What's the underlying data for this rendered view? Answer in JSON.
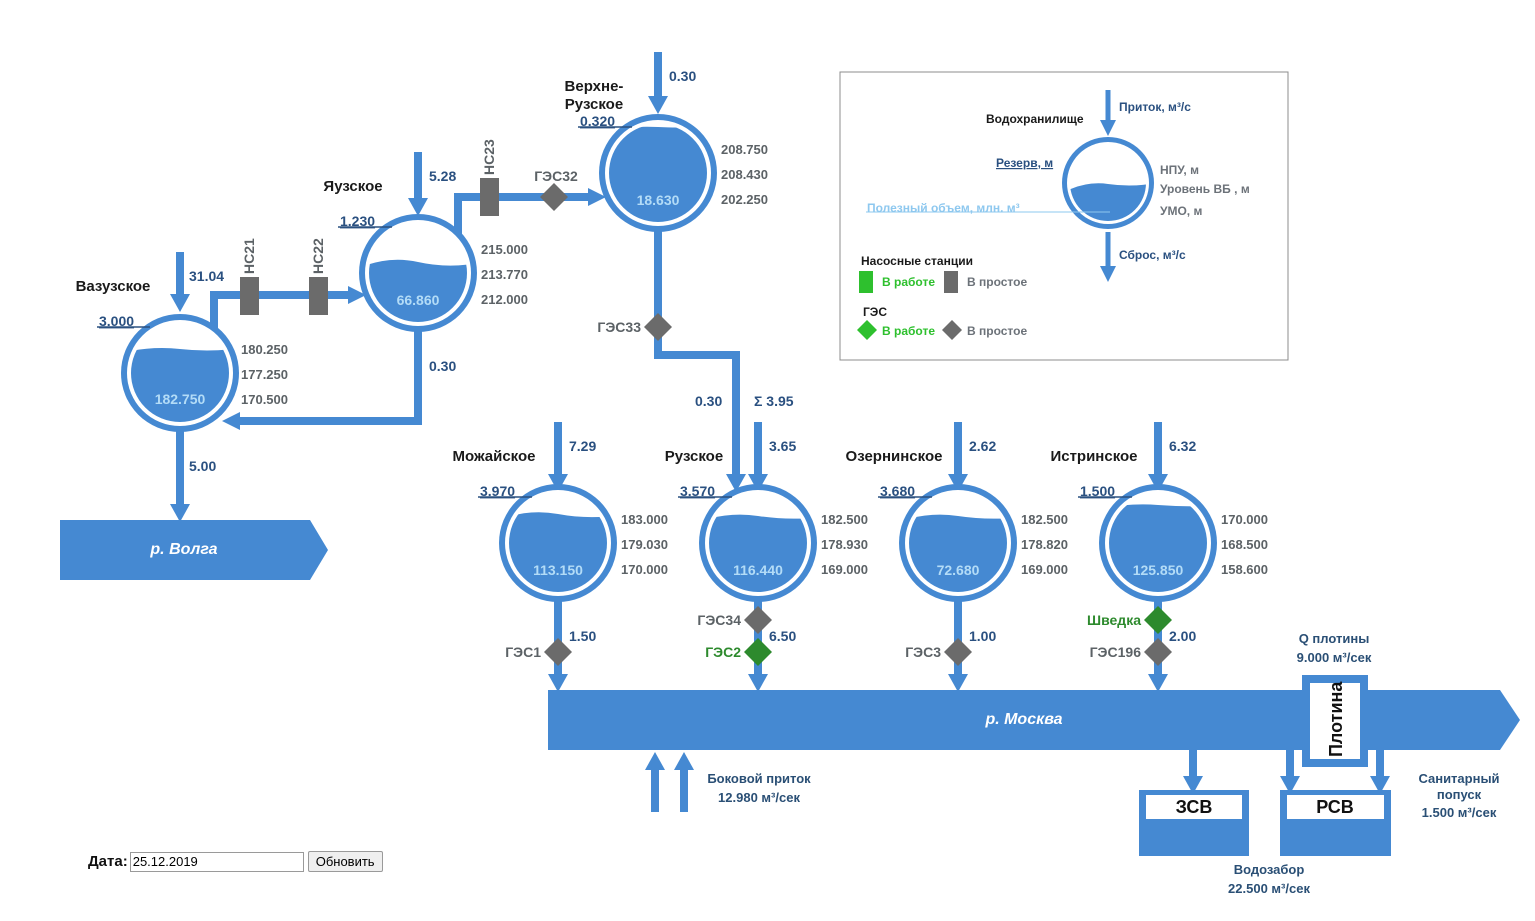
{
  "colors": {
    "blue": "#4589d2",
    "station_idle": "#6b6b6b",
    "station_active": "#2d8a2d",
    "text_dark": "#1a1a1a",
    "text_flow": "#2a5080"
  },
  "reservoirs": {
    "vazuzskoe": {
      "name": "Вазузское",
      "reserve": "3.000",
      "volume": "182.750",
      "npu": "180.250",
      "level": "177.250",
      "umo": "170.500",
      "inflow": "31.04",
      "outflow": "5.00"
    },
    "yauzskoe": {
      "name": "Яузское",
      "reserve": "1.230",
      "volume": "66.860",
      "npu": "215.000",
      "level": "213.770",
      "umo": "212.000",
      "inflow": "5.28",
      "outflow": "0.30"
    },
    "verkhne_ruzskoe": {
      "name_line1": "Верхне-",
      "name_line2": "Рузское",
      "reserve": "0.320",
      "volume": "18.630",
      "npu": "208.750",
      "level": "208.430",
      "umo": "202.250",
      "inflow": "0.30",
      "outflow": "0.30"
    },
    "mozhayskoe": {
      "name": "Можайское",
      "reserve": "3.970",
      "volume": "113.150",
      "npu": "183.000",
      "level": "179.030",
      "umo": "170.000",
      "inflow": "7.29",
      "outflow": "1.50"
    },
    "ruzskoe": {
      "name": "Рузское",
      "reserve": "3.570",
      "volume": "116.440",
      "npu": "182.500",
      "level": "178.930",
      "umo": "169.000",
      "inflow": "3.65",
      "inflow_sum": "Σ 3.95",
      "outflow": "6.50"
    },
    "ozerninskoe": {
      "name": "Озернинское",
      "reserve": "3.680",
      "volume": "72.680",
      "npu": "182.500",
      "level": "178.820",
      "umo": "169.000",
      "inflow": "2.62",
      "outflow": "1.00"
    },
    "istrinskoe": {
      "name": "Истринское",
      "reserve": "1.500",
      "volume": "125.850",
      "npu": "170.000",
      "level": "168.500",
      "umo": "158.600",
      "inflow": "6.32",
      "outflow": "2.00"
    }
  },
  "pump_stations": {
    "ns21": "НС21",
    "ns22": "НС22",
    "ns23": "НС23"
  },
  "hpp": {
    "ges32": "ГЭС32",
    "ges33": "ГЭС33",
    "ges1": "ГЭС1",
    "ges34": "ГЭС34",
    "ges2": "ГЭС2",
    "ges3": "ГЭС3",
    "shvedka": "Шведка",
    "ges196": "ГЭС196"
  },
  "rivers": {
    "volga": "р. Волга",
    "moskva": "р. Москва"
  },
  "dam": {
    "label": "Плотина",
    "q_title": "Q плотины",
    "q_value": "9.000 м³/сек"
  },
  "side_inflow": {
    "title": "Боковой приток",
    "value": "12.980 м³/сек"
  },
  "sanitary": {
    "line1": "Санитарный",
    "line2": "попуск",
    "value": "1.500 м³/сек"
  },
  "intake": {
    "zsv": "ЗСВ",
    "rsv": "РСВ",
    "title": "Водозабор",
    "value": "22.500 м³/сек"
  },
  "legend": {
    "reservoir": "Водохранилище",
    "inflow": "Приток, м³/с",
    "reserve": "Резерв, м",
    "npu": "НПУ, м",
    "level": "Уровень ВБ , м",
    "useful_volume": "Полезный объем, млн. м³",
    "umo": "УМО, м",
    "discharge": "Сброс, м³/с",
    "pump_title": "Насосные станции",
    "ges_title": "ГЭС",
    "working": "В работе",
    "idle": "В простое"
  },
  "form": {
    "date_label": "Дата:",
    "date_value": "25.12.2019",
    "refresh": "Обновить"
  }
}
